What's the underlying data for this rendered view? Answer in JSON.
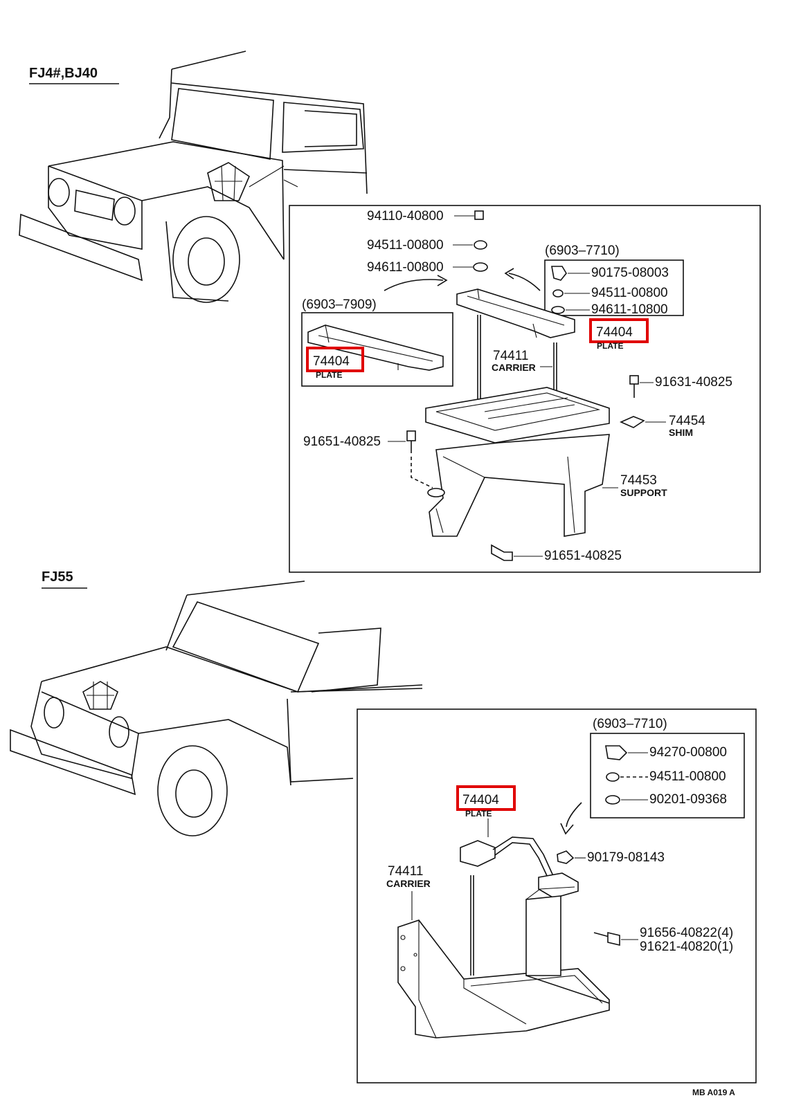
{
  "sections": [
    {
      "model": "FJ4#,BJ40",
      "legacy_group": {
        "date_range": "(6903–7909)",
        "part_no": "74404",
        "part_name": "PLATE"
      },
      "new_group_date": "(6903–7710)",
      "parts": {
        "nut": "94110-40800",
        "lock_washer": "94511-00800",
        "washer": "94611-00800",
        "wing_nut": "90175-08003",
        "lock_washer_2": "94511-00800",
        "washer_2": "94611-10800",
        "plate_no": "74404",
        "plate_name": "PLATE",
        "carrier_no": "74411",
        "carrier_name": "CARRIER",
        "bolt_a": "91631-40825",
        "shim_no": "74454",
        "shim_name": "SHIM",
        "bolt_b": "91651-40825",
        "support_no": "74453",
        "support_name": "SUPPORT",
        "bolt_c": "91651-40825"
      }
    },
    {
      "model": "FJ55",
      "new_group_date": "(6903–7710)",
      "parts": {
        "wing_nut": "94270-00800",
        "lock_washer": "94511-00800",
        "washer": "90201-09368",
        "plate_no": "74404",
        "plate_name": "PLATE",
        "nut": "90179-08143",
        "carrier_no": "74411",
        "carrier_name": "CARRIER",
        "bolt_a": "91656-40822(4)",
        "bolt_b": "91621-40820(1)"
      }
    }
  ],
  "footer_code": "MB A019 A",
  "highlight_color": "#e00000"
}
